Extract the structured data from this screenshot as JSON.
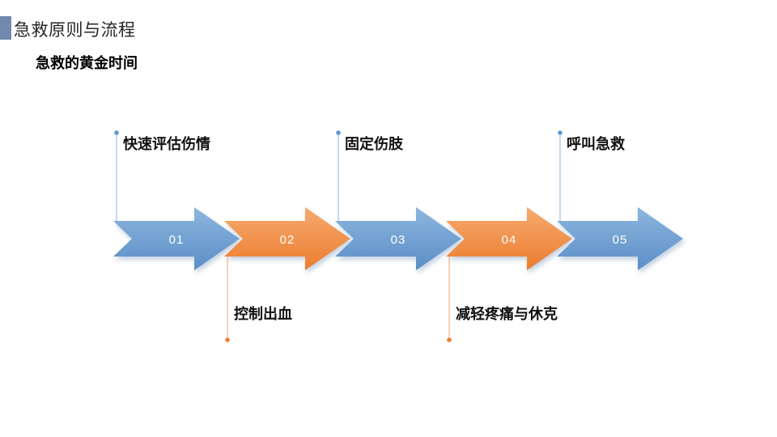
{
  "header": {
    "title": "急救原则与流程",
    "subtitle": "急救的黄金时间"
  },
  "steps": [
    {
      "number": "01",
      "label": "快速评估伤情",
      "color": "blue",
      "label_position": "above"
    },
    {
      "number": "02",
      "label": "控制出血",
      "color": "orange",
      "label_position": "below"
    },
    {
      "number": "03",
      "label": "固定伤肢",
      "color": "blue",
      "label_position": "above"
    },
    {
      "number": "04",
      "label": "减轻疼痛与休克",
      "color": "orange",
      "label_position": "below"
    },
    {
      "number": "05",
      "label": "呼叫急救",
      "color": "blue",
      "label_position": "above"
    }
  ],
  "colors": {
    "accent_square": "#7189ae",
    "blue": "#5b9bd5",
    "blue_gradient_top": "#8cb6de",
    "blue_gradient_bottom": "#5b8ec6",
    "orange": "#ed7d31",
    "orange_gradient_top": "#f6aa70",
    "orange_gradient_bottom": "#ec7c2e",
    "leader_blue": "#9dc3e6",
    "leader_orange": "#f4b183",
    "number_text": "#ffffff"
  }
}
